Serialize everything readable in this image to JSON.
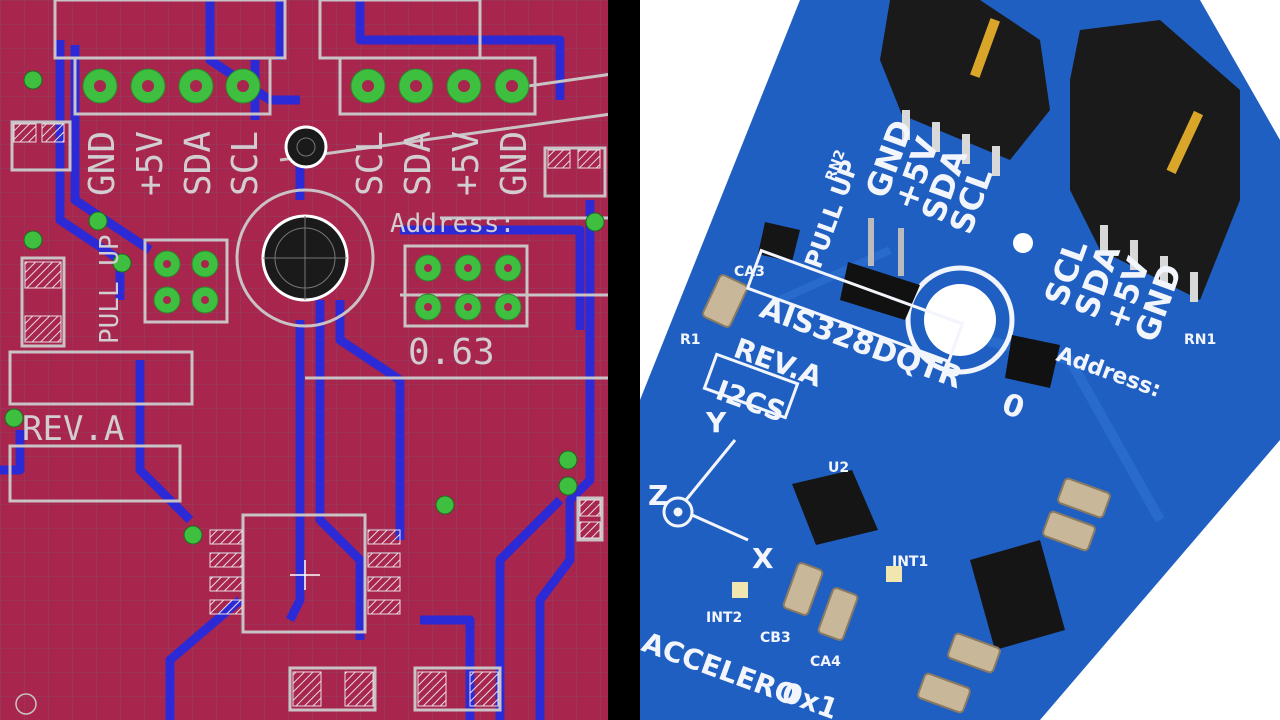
{
  "left_pcb_layout": {
    "connector_left_pins": [
      "GND",
      "+5V",
      "SDA",
      "SCL"
    ],
    "connector_right_pins": [
      "SCL",
      "SDA",
      "+5V",
      "GND"
    ],
    "address_label": "Address:",
    "jumper_value": "0.63",
    "pullup_label": "PULL UP",
    "revision_label": "REV.A",
    "colors": {
      "board": "#a8254e",
      "trace": "#2c2ad6",
      "silk": "#c9c3c6",
      "via": "#3fbf3f",
      "grid": "#6b4a6e"
    }
  },
  "right_board_photo": {
    "connector_left_pins": [
      "GND",
      "+5V",
      "SDA",
      "SCL"
    ],
    "connector_right_pins": [
      "SCL",
      "SDA",
      "+5V",
      "GND"
    ],
    "pull_up_label": "PULL UP",
    "address_label": "Address:",
    "address_value": "0",
    "chip_name": "AIS328DQTR",
    "revision": "REV.A",
    "bus_label": "I2CS",
    "axis_labels": {
      "y": "Y",
      "z": "Z",
      "x": "X"
    },
    "bottom_text": "ACCELERO",
    "hex_text": "0x1",
    "component_labels": [
      "CA3",
      "R1",
      "RN2",
      "RN1",
      "U2",
      "INT1",
      "INT2",
      "CB3",
      "CA4"
    ],
    "colors": {
      "board": "#1f5fc2",
      "silk": "#f2f5fb",
      "connector": "#1a1a1a",
      "pin": "#d9a62a"
    }
  }
}
